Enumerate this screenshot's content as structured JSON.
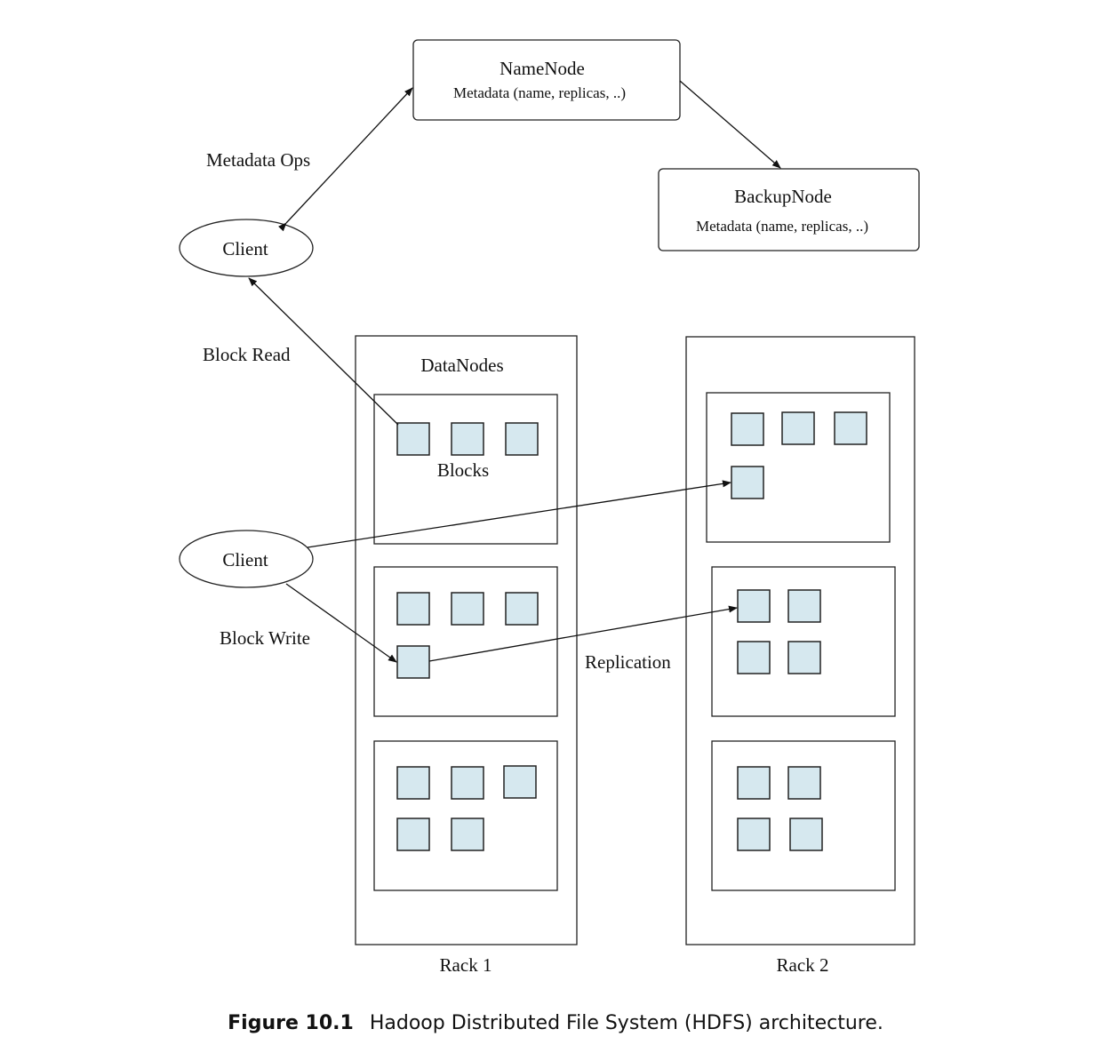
{
  "namenode": {
    "title": "NameNode",
    "subtitle": "Metadata (name, replicas, ..)"
  },
  "backupnode": {
    "title": "BackupNode",
    "subtitle": "Metadata (name, replicas, ..)"
  },
  "clients": {
    "top": "Client",
    "bottom": "Client"
  },
  "labels": {
    "metadata_ops": "Metadata Ops",
    "block_read": "Block Read",
    "block_write": "Block Write",
    "replication": "Replication",
    "datanodes": "DataNodes",
    "blocks": "Blocks"
  },
  "racks": {
    "rack1": "Rack 1",
    "rack2": "Rack 2"
  },
  "caption": {
    "number": "Figure 10.1",
    "text": "Hadoop Distributed File System (HDFS) architecture."
  },
  "colors": {
    "block_fill": "#d6e8ef",
    "stroke": "#222222"
  }
}
